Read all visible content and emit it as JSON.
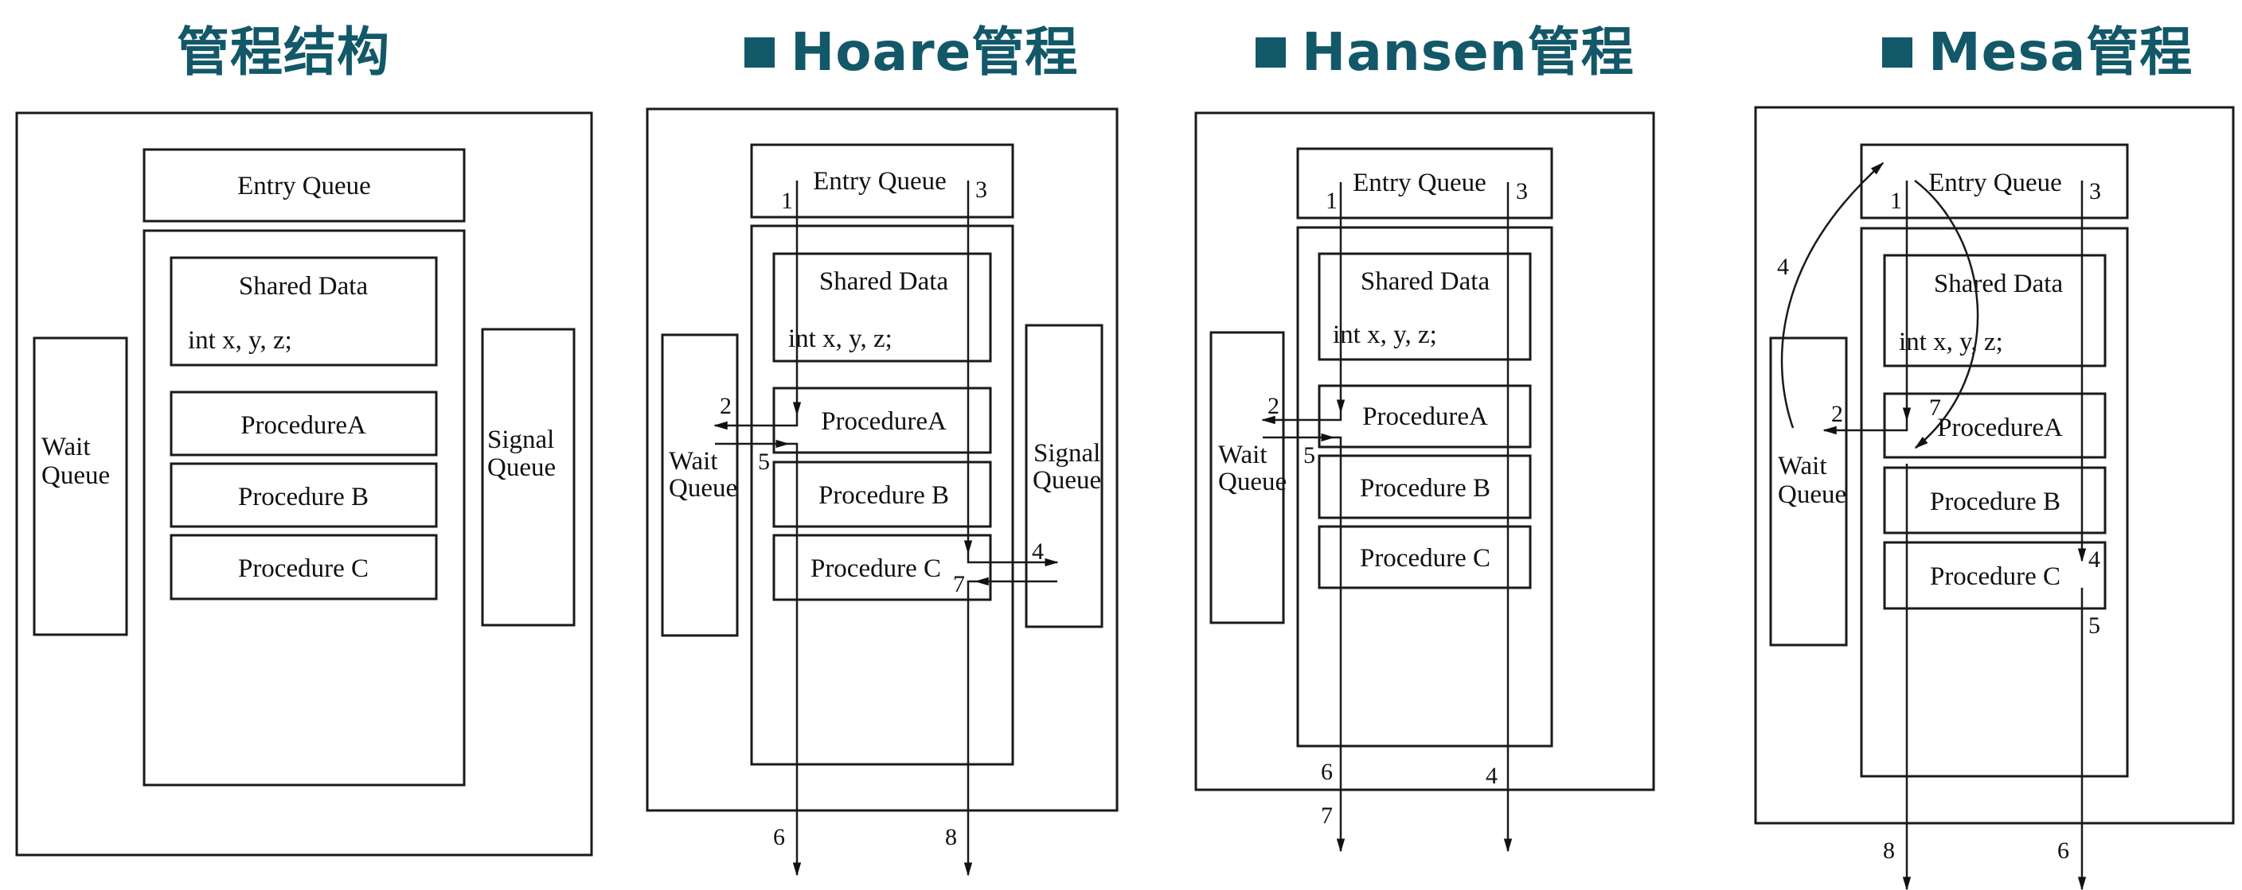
{
  "accent_color": "#125868",
  "panels": [
    {
      "id": "structure",
      "title": "管程结构",
      "has_bullet": false,
      "labels": {
        "entry_queue": "Entry Queue",
        "shared_data": "Shared Data",
        "shared_vars": "int x, y, z;",
        "procedure_a": "ProcedureA",
        "procedure_b": "Procedure B",
        "procedure_c": "Procedure C",
        "wait_queue": [
          "Wait",
          "Queue"
        ],
        "signal_queue": [
          "Signal",
          "Queue"
        ]
      },
      "step_labels": []
    },
    {
      "id": "hoare",
      "title": "Hoare管程",
      "has_bullet": true,
      "labels": {
        "entry_queue": "Entry Queue",
        "shared_data": "Shared Data",
        "shared_vars": "int x, y, z;",
        "procedure_a": "ProcedureA",
        "procedure_b": "Procedure B",
        "procedure_c": "Procedure C",
        "wait_queue": [
          "Wait",
          "Queue"
        ],
        "signal_queue": [
          "Signal",
          "Queue"
        ]
      },
      "step_labels": [
        "1",
        "2",
        "3",
        "4",
        "5",
        "6",
        "7",
        "8"
      ]
    },
    {
      "id": "hansen",
      "title": "Hansen管程",
      "has_bullet": true,
      "labels": {
        "entry_queue": "Entry Queue",
        "shared_data": "Shared Data",
        "shared_vars": "int x, y, z;",
        "procedure_a": "ProcedureA",
        "procedure_b": "Procedure B",
        "procedure_c": "Procedure C",
        "wait_queue": [
          "Wait",
          "Queue"
        ]
      },
      "step_labels": [
        "1",
        "2",
        "3",
        "4",
        "5",
        "6",
        "7"
      ]
    },
    {
      "id": "mesa",
      "title": "Mesa管程",
      "has_bullet": true,
      "labels": {
        "entry_queue": "Entry Queue",
        "shared_data": "Shared Data",
        "shared_vars": "int x, y, z;",
        "procedure_a": "ProcedureA",
        "procedure_b": "Procedure B",
        "procedure_c": "Procedure C",
        "wait_queue": [
          "Wait",
          "Queue"
        ]
      },
      "step_labels": [
        "1",
        "2",
        "3",
        "4",
        "4",
        "5",
        "6",
        "7",
        "8"
      ]
    }
  ]
}
